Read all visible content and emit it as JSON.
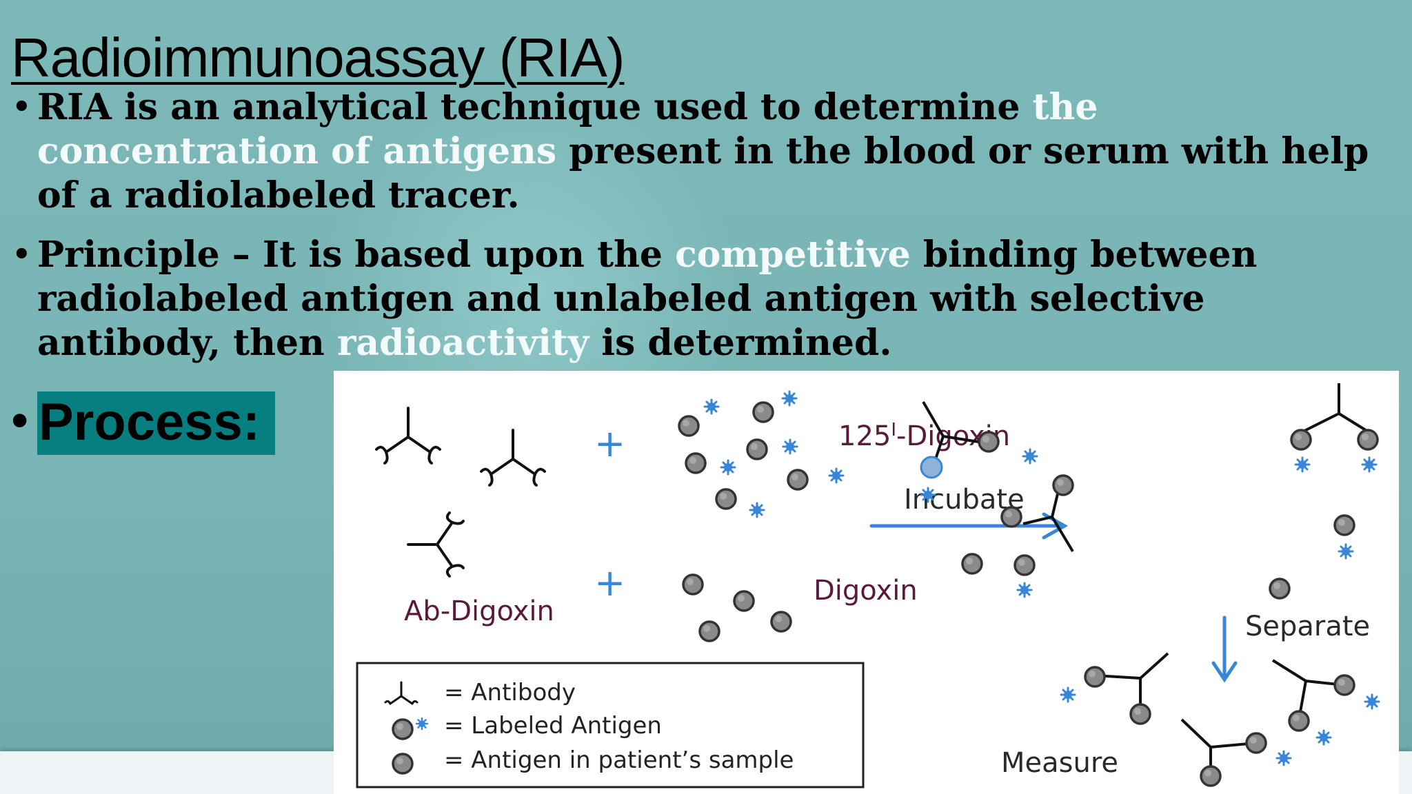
{
  "slide": {
    "title": "Radioimmunoassay (RIA) ",
    "bullets": [
      {
        "parts": [
          {
            "text": "RIA is an analytical technique used to determine ",
            "hl": false
          },
          {
            "text": "the concentration of antigens",
            "hl": true
          },
          {
            "text": " present in the blood or serum with help of a radiolabeled tracer.",
            "hl": false
          }
        ]
      },
      {
        "parts": [
          {
            "text": "Principle – It is based upon the ",
            "hl": false
          },
          {
            "text": "competitive",
            "hl": true
          },
          {
            "text": " binding between radiolabeled antigen and unlabeled antigen with selective antibody, then ",
            "hl": false
          },
          {
            "text": "radioactivity",
            "hl": true
          },
          {
            "text": " is determined.",
            "hl": false
          }
        ]
      }
    ],
    "process_label": "Process:",
    "bullet_glyph": "•",
    "colors": {
      "background": "#7bb7b7",
      "highlight_text": "#f3fafa",
      "process_box": "#077e80",
      "arrow_blue": "#3a86d6",
      "label_maroon": "#5a1a3a"
    }
  },
  "figure": {
    "labels": {
      "tracer": "125I-Digoxin",
      "tracer_mass": "125",
      "tracer_sym": "I",
      "tracer_rest": "-Digoxin",
      "antibody_digoxin": "Ab-Digoxin",
      "digoxin": "Digoxin",
      "plus": "+",
      "incubate": "Incubate",
      "separate": "Separate",
      "measure": "Measure"
    },
    "legend": [
      {
        "symbol": "antibody",
        "text": "= Antibody"
      },
      {
        "symbol": "labeled-antigen",
        "text": "= Labeled Antigen"
      },
      {
        "symbol": "antigen",
        "text": "= Antigen in patient’s sample"
      }
    ]
  }
}
